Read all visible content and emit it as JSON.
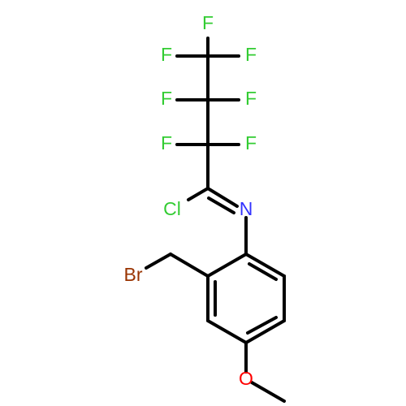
{
  "molecule": {
    "atoms": [
      {
        "id": "F1",
        "symbol": "F",
        "color": "#33cc33"
      },
      {
        "id": "F2",
        "symbol": "F",
        "color": "#33cc33"
      },
      {
        "id": "F3",
        "symbol": "F",
        "color": "#33cc33"
      },
      {
        "id": "F4",
        "symbol": "F",
        "color": "#33cc33"
      },
      {
        "id": "F5",
        "symbol": "F",
        "color": "#33cc33"
      },
      {
        "id": "F6",
        "symbol": "F",
        "color": "#33cc33"
      },
      {
        "id": "F7",
        "symbol": "F",
        "color": "#33cc33"
      },
      {
        "id": "Cl",
        "symbol": "Cl",
        "color": "#33cc33"
      },
      {
        "id": "N",
        "symbol": "N",
        "color": "#3333ff"
      },
      {
        "id": "Br",
        "symbol": "Br",
        "color": "#993300"
      },
      {
        "id": "O",
        "symbol": "O",
        "color": "#ff0000"
      }
    ],
    "bond_color": "#000000"
  }
}
